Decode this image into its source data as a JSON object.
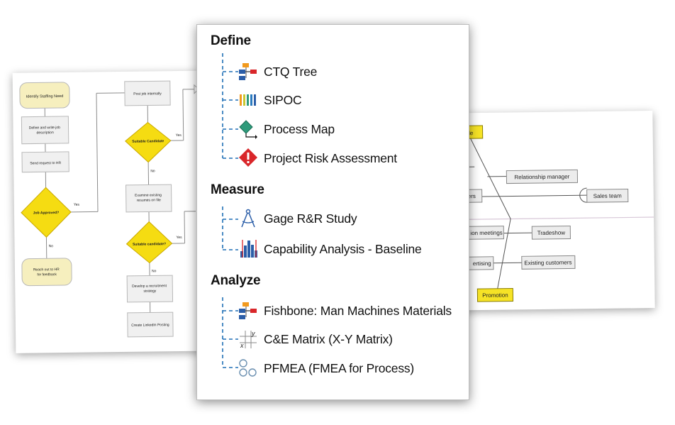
{
  "flowchart": {
    "nodes": {
      "identify": "Identify Staffing Need",
      "define_job": "Define and write job description",
      "send_request": "Send request to HR",
      "job_approved": "Job Approved?",
      "reach_out": "Reach out to HR for feedback",
      "post_internally": "Post job internally",
      "suitable_candidate": "Suitable Candidate",
      "examine": "Examine existing resumes on file",
      "suitable_candidate_q": "Suitable candidate?",
      "recruitment": "Develop a recruitment strategy",
      "linkedin": "Create LinkedIn Posting"
    },
    "labels": {
      "yes1": "Yes",
      "no1": "No",
      "yes2": "Yes",
      "no2": "No",
      "yes3": "Yes",
      "no3": "No"
    }
  },
  "fishbone": {
    "people": "ple",
    "relationship_manager": "Relationship manager",
    "sales_team": "Sales team",
    "ers": "ers",
    "meetings": "ion meetings",
    "tradeshow": "Tradeshow",
    "advertising": "ertising",
    "existing_customers": "Existing customers",
    "promotion": "Promotion"
  },
  "menu": {
    "sections": [
      {
        "title": "Define",
        "items": [
          "CTQ Tree",
          "SIPOC",
          "Process Map",
          "Project Risk Assessment"
        ]
      },
      {
        "title": "Measure",
        "items": [
          "Gage R&R Study",
          "Capability Analysis - Baseline"
        ]
      },
      {
        "title": "Analyze",
        "items": [
          "Fishbone: Man Machines Materials",
          "C&E Matrix (X-Y Matrix)",
          "PFMEA (FMEA for Process)"
        ]
      }
    ],
    "icons": [
      "ctq-tree-icon",
      "sipoc-icon",
      "process-map-icon",
      "risk-icon",
      "gage-icon",
      "capability-icon",
      "fishbone-icon",
      "ce-matrix-icon",
      "pfmea-icon"
    ],
    "colors": {
      "tree_line": "#1f6fb5",
      "risk": "#d9262a",
      "process_map": "#2e9a7a",
      "highlight": "#ffe000"
    }
  }
}
